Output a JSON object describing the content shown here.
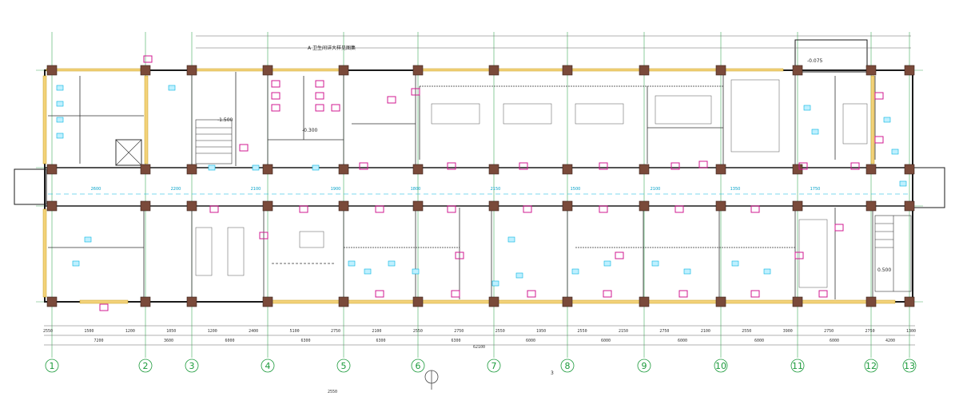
{
  "drawing": {
    "title_note": "A 卫生间详大样见图集",
    "elevation_top_right": "-0.075",
    "elevation_mid": "-0.300",
    "elevation_left": "-1.500",
    "elevation_stair_right": "0.500",
    "total_dimension": "62100",
    "bottom_small_label": "3",
    "bottom_mark": "2550"
  },
  "axes": {
    "labels": [
      "1",
      "2",
      "3",
      "4",
      "5",
      "6",
      "7",
      "8",
      "9",
      "10",
      "11",
      "12",
      "13"
    ]
  },
  "dimensions": {
    "segment_dims": [
      "7200",
      "3600",
      "6000",
      "6300",
      "6300",
      "6300",
      "6000",
      "6000",
      "6000",
      "6000",
      "6000",
      "4200"
    ],
    "detail_dims": [
      "2550",
      "1500",
      "1200",
      "1050",
      "1200",
      "2400",
      "5100",
      "2750",
      "2100",
      "2550",
      "2750",
      "2550",
      "1950",
      "2550",
      "2150",
      "2750",
      "2100",
      "2550",
      "3900",
      "2750",
      "2750",
      "1300"
    ],
    "corridor_dims": [
      "2600",
      "2200",
      "2100",
      "1900",
      "1800",
      "2150",
      "1500",
      "2100",
      "1350",
      "1750"
    ]
  },
  "colors": {
    "grid": "#1a9a3a",
    "wall": "#1a1a1a",
    "column": "#7a4a3a",
    "fixture": "#d01890",
    "cyan": "#00b4e0",
    "window": "#e0b030"
  }
}
